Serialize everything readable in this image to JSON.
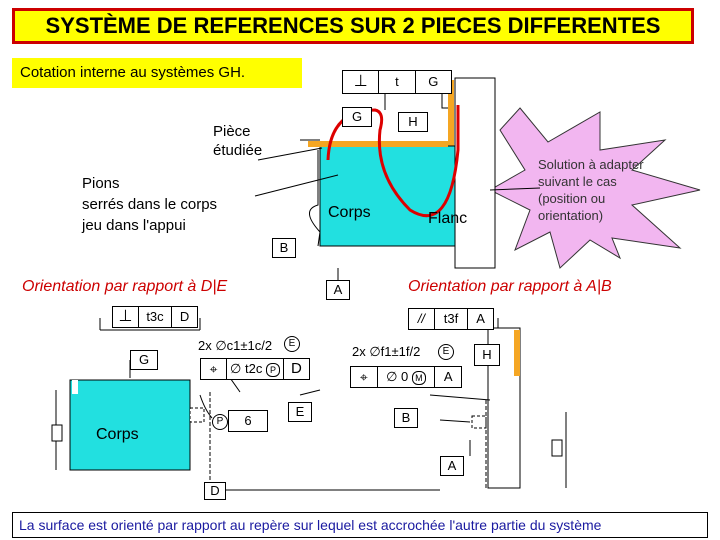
{
  "header": {
    "title": "SYSTÈME DE REFERENCES SUR 2 PIECES DIFFERENTES",
    "subtitle": "Cotation interne au systèmes GH."
  },
  "top_diagram": {
    "tol_frame": {
      "symbol": "⊥",
      "value": "t",
      "datum": "G"
    },
    "datum_g": "G",
    "datum_h": "H",
    "piece_label_1": "Pièce",
    "piece_label_2": "étudiée",
    "pions_1": "Pions",
    "pions_2": "serrés dans le corps",
    "pions_3": "jeu dans l'appui",
    "corps": "Corps",
    "flanc": "Flanc",
    "datum_b": "B",
    "datum_a": "A",
    "solution": [
      "Solution à adapter",
      "suivant le cas",
      "(position ou",
      "orientation)"
    ]
  },
  "left_diagram": {
    "orient_title": "Orientation par rapport à D|E",
    "tol_frame": {
      "symbol": "⊥",
      "value": "t3c",
      "datum": "D"
    },
    "datum_g": "G",
    "dim_text": "2x ∅c1±1c/2",
    "dim_badge": "E",
    "pos_symbol": "⌖",
    "pos_value": "∅ t2c",
    "pos_modifier": "P",
    "pos_datum": "D",
    "p_badge": "P",
    "six": "6",
    "datum_e": "E",
    "corps": "Corps",
    "datum_d": "D"
  },
  "right_diagram": {
    "orient_title": "Orientation par rapport à A|B",
    "tol_frame": {
      "symbol": "//",
      "value": "t3f",
      "datum": "A"
    },
    "dim_text": "2x ∅f1±1f/2",
    "dim_badge": "E",
    "datum_h": "H",
    "pos_symbol": "⌖",
    "pos_value": "∅ 0",
    "pos_modifier": "M",
    "pos_datum": "A",
    "datum_b": "B",
    "datum_a": "A"
  },
  "footer": "La surface est orienté par rapport au repère sur lequel est accrochée l'autre partie du système",
  "colors": {
    "cyan": "#22e0e0",
    "orange": "#f5a623",
    "red": "#dd0000",
    "yellow": "#ffff00",
    "burst": "#f2b6f0"
  }
}
